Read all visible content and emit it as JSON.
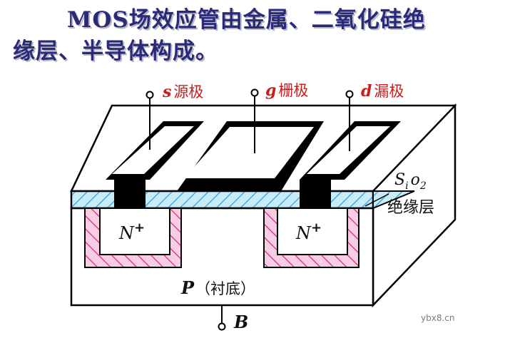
{
  "heading": {
    "line1": "MOS场效应管由金属、二氧化硅绝",
    "line2": "缘层、半导体构成。"
  },
  "terminals": {
    "source": {
      "symbol": "s",
      "name": "源极"
    },
    "gate": {
      "symbol": "g",
      "name": "栅极"
    },
    "drain": {
      "symbol": "d",
      "name": "漏极"
    },
    "body": {
      "symbol": "B"
    }
  },
  "regions": {
    "n_left": {
      "text": "N",
      "sup": "+"
    },
    "n_right": {
      "text": "N",
      "sup": "+"
    },
    "substrate": {
      "symbol": "P",
      "name": "（衬底）"
    },
    "oxide": {
      "s": "S",
      "s_sub": "i",
      "o": "o",
      "o_sub": "2"
    },
    "insulator_name": "绝缘层"
  },
  "colors": {
    "heading": "#2a2a78",
    "terminal_labels": "#c81e1e",
    "oxide_fill": "#c8ecf6",
    "oxide_hatch": "#2f9fe0",
    "n_region_hatch": "#d42a86",
    "n_region_fill": "#f6cde3",
    "metal": "#000000"
  },
  "watermark": "ybx8.cn"
}
